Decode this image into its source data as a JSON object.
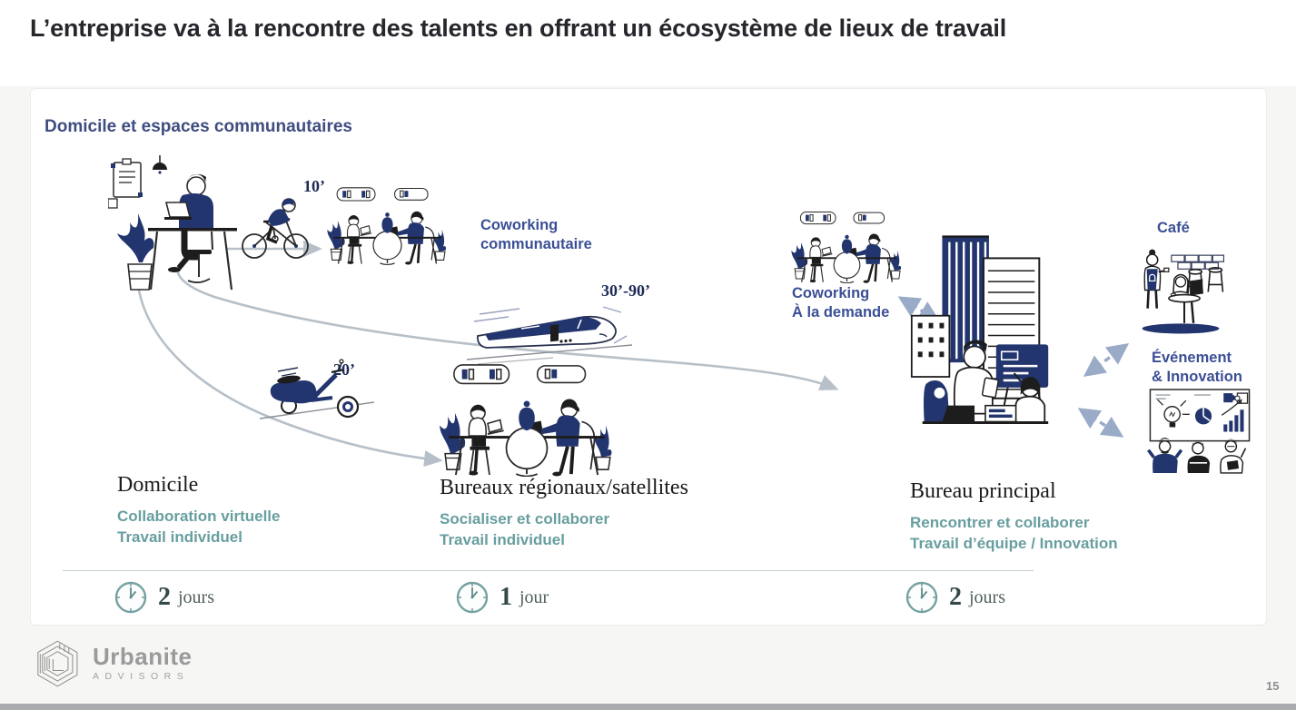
{
  "title": "L’entreprise va à la rencontre des talents en offrant un écosystème de lieux de travail",
  "section_header": "Domicile et espaces communautaires",
  "page_number": "15",
  "commute": {
    "bike_time": "10’",
    "scooter_time": "20’",
    "train_time": "30’-90’"
  },
  "spots": {
    "coworking_communautaire": {
      "line1": "Coworking",
      "line2": "communautaire"
    },
    "coworking_demande": {
      "line1": "Coworking",
      "line2": "À la demande"
    },
    "cafe": "Café",
    "evenement": {
      "line1": "Événement",
      "line2": "& Innovation"
    }
  },
  "locations": [
    {
      "name": "Domicile",
      "desc1": "Collaboration virtuelle",
      "desc2": "Travail individuel",
      "duration_value": "2",
      "duration_unit": "jours"
    },
    {
      "name": "Bureaux régionaux/satellites",
      "desc1": "Socialiser et collaborer",
      "desc2": "Travail individuel",
      "duration_value": "1",
      "duration_unit": "jour"
    },
    {
      "name": "Bureau principal",
      "desc1": "Rencontrer et collaborer",
      "desc2": "Travail d’équipe / Innovation",
      "duration_value": "2",
      "duration_unit": "jours"
    }
  ],
  "footer": {
    "brand": "Urbanite",
    "brand_sub": "ADVISORS"
  },
  "colors": {
    "accent_blue": "#3b4f95",
    "header_blue": "#3f4d80",
    "illustration_navy": "#23356e",
    "teal_text": "#689e9f",
    "arrow_gray": "#b7c0c8",
    "dashed_arrow_blue": "#9aabc8",
    "clock_teal": "#76a1a1"
  }
}
